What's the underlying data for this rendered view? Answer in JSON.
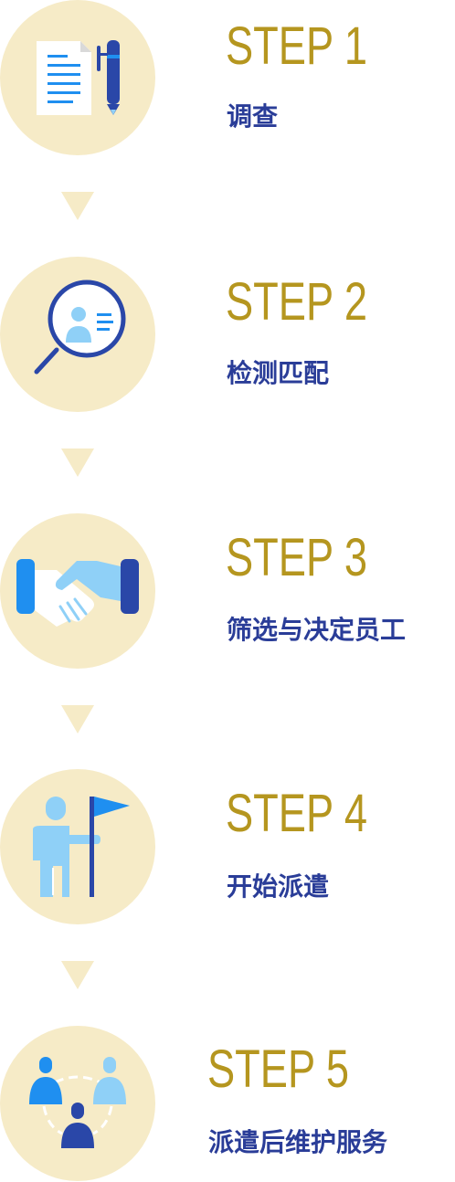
{
  "steps": [
    {
      "title": "STEP 1",
      "subtitle": "调查",
      "icon": "document-pen-icon"
    },
    {
      "title": "STEP 2",
      "subtitle": "检测匹配",
      "icon": "magnifier-profile-icon"
    },
    {
      "title": "STEP 3",
      "subtitle": "筛选与决定员工",
      "icon": "handshake-icon"
    },
    {
      "title": "STEP 4",
      "subtitle": "开始派遣",
      "icon": "person-flag-icon"
    },
    {
      "title": "STEP 5",
      "subtitle": "派遣后维护服务",
      "icon": "team-network-icon"
    }
  ],
  "colors": {
    "circle_bg": "#f6ebc7",
    "step_title": "#b5961f",
    "subtitle": "#2a3d98",
    "icon_dark_blue": "#2a47a8",
    "icon_mid_blue": "#1f8ff0",
    "icon_light_blue": "#8fd0f7"
  }
}
